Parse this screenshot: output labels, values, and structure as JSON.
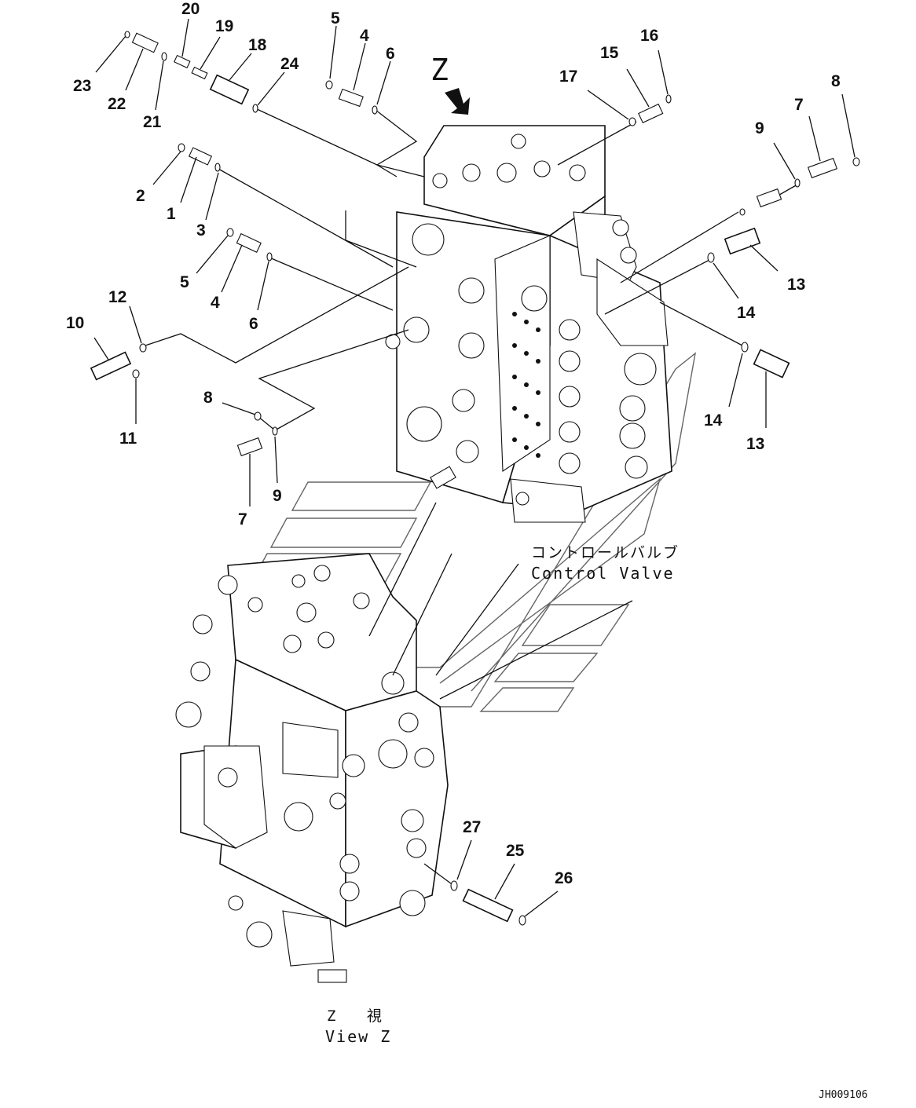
{
  "diagram": {
    "part_labels": [
      "1",
      "2",
      "3",
      "4",
      "5",
      "6",
      "7",
      "8",
      "9",
      "10",
      "11",
      "12",
      "13",
      "14",
      "15",
      "16",
      "17",
      "18",
      "19",
      "20",
      "21",
      "22",
      "23",
      "24",
      "25",
      "26",
      "27"
    ],
    "view_letter": "Z",
    "control_valve_jp": "コントロールバルブ",
    "control_valve_en": "Control Valve",
    "view_z_jp": "Z 視",
    "view_z_en": "View Z",
    "drawing_code": "JH009106"
  }
}
